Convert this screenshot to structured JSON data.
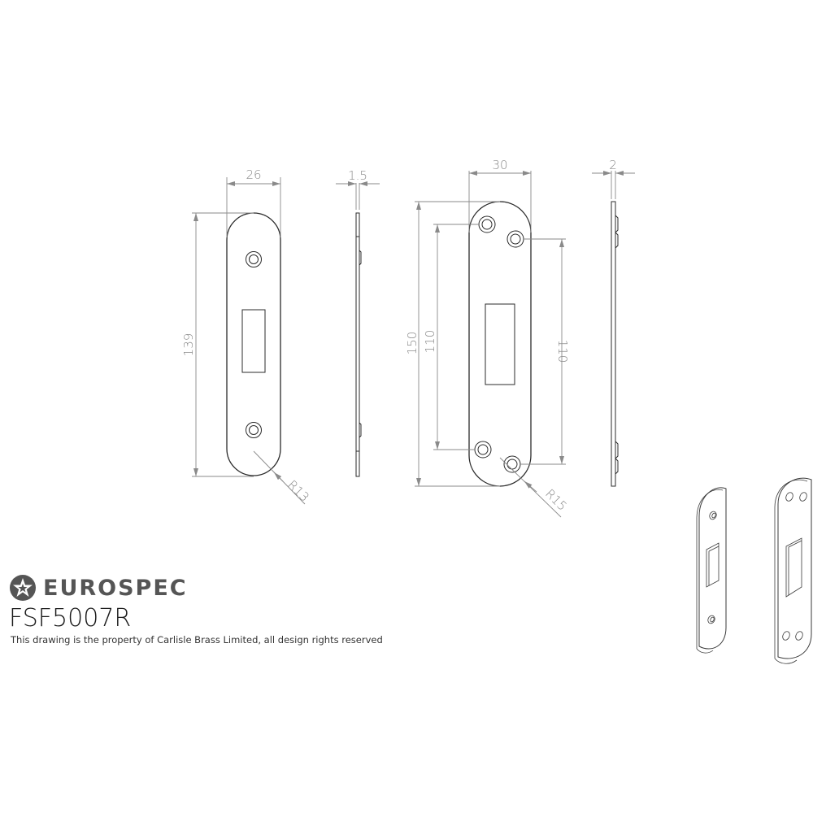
{
  "brand": {
    "name": "EUROSPEC",
    "logo_icon": "star-in-circle-icon",
    "logo_color": "#555555"
  },
  "product": {
    "code": "FSF5007R"
  },
  "copyright": "This drawing is the property of Carlisle Brass Limited, all design rights reserved",
  "views": [
    {
      "id": "plate-a-front",
      "label": "Small strike plate front view",
      "dimensions": {
        "width": "26",
        "height": "139",
        "radius": "R13"
      },
      "holes": 2
    },
    {
      "id": "plate-a-side",
      "label": "Small strike plate side view",
      "dimensions": {
        "thickness": "1.5"
      }
    },
    {
      "id": "plate-b-front",
      "label": "Large strike plate front view",
      "dimensions": {
        "width": "30",
        "height": "150",
        "hole_spacing_left": "110",
        "hole_spacing_right": "110",
        "radius": "R15"
      },
      "holes": 4
    },
    {
      "id": "plate-b-side",
      "label": "Large strike plate side view",
      "dimensions": {
        "thickness": "2"
      }
    },
    {
      "id": "iso-views",
      "label": "Isometric views of both plates"
    }
  ],
  "colors": {
    "outline": "#2b2b2b",
    "dimension": "#8a8a8a",
    "background": "#ffffff"
  }
}
